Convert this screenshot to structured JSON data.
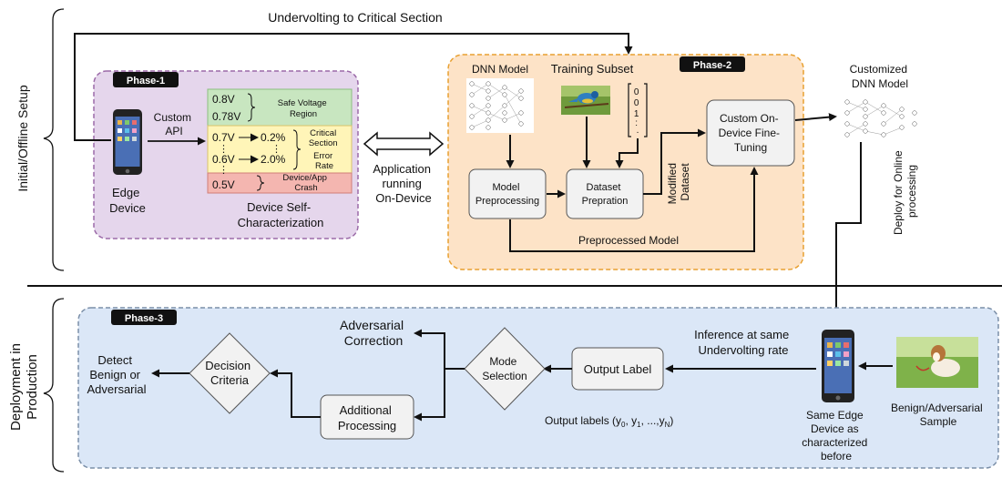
{
  "sections": {
    "setup": "Initial/Offline Setup",
    "production_line1": "Deployment in",
    "production_line2": "Production"
  },
  "phases": {
    "p1": "Phase-1",
    "p2": "Phase-2",
    "p3": "Phase-3"
  },
  "top_arrow_label": "Undervolting to Critical Section",
  "phase1": {
    "custom_api": [
      "Custom",
      "API"
    ],
    "edge_device": [
      "Edge",
      "Device"
    ],
    "self_char": [
      "Device Self-",
      "Characterization"
    ],
    "v08": "0.8V",
    "v078": "0.78V",
    "safe": [
      "Safe Voltage",
      "Region"
    ],
    "v07": "0.7V",
    "p02": "0.2%",
    "v06": "0.6V",
    "p20": "2.0%",
    "critical": [
      "Critical",
      "Section",
      "Error",
      "Rate"
    ],
    "v05": "0.5V",
    "crash": [
      "Device/App",
      "Crash"
    ],
    "colors": {
      "safe": "#c8e6c0",
      "critical": "#fff5b8",
      "crash": "#f4b6b0"
    }
  },
  "app_running": [
    "Application",
    "running",
    "On-Device"
  ],
  "phase2": {
    "dnn_model": "DNN Model",
    "training_subset": "Training Subset",
    "label_digits": [
      "0",
      "0",
      "1",
      ":",
      "."
    ],
    "model_pre": [
      "Model",
      "Preprocessing"
    ],
    "dataset_prep": [
      "Dataset",
      "Prepration"
    ],
    "modified_dataset": [
      "Modified",
      "Dataset"
    ],
    "finetune": [
      "Custom On-",
      "Device Fine-",
      "Tuning"
    ],
    "preprocessed": "Preprocessed Model"
  },
  "customized": [
    "Customized",
    "DNN Model"
  ],
  "deploy": [
    "Deploy for Online",
    "processing"
  ],
  "phase3": {
    "adv_corr": [
      "Adversarial",
      "Correction"
    ],
    "inference": [
      "Inference at same",
      "Undervolting rate"
    ],
    "detect": [
      "Detect",
      "Benign or",
      "Adversarial"
    ],
    "decision": [
      "Decision",
      "Criteria"
    ],
    "mode": [
      "Mode",
      "Selection"
    ],
    "output_label": "Output Label",
    "additional": [
      "Additional",
      "Processing"
    ],
    "output_labels_text": "Output labels (y",
    "same_edge": [
      "Same Edge",
      "Device as",
      "characterized",
      "before"
    ],
    "sample": [
      "Benign/Adversarial",
      "Sample"
    ]
  },
  "colors": {
    "phase1_fill": "#e5d6ec",
    "phase1_border": "#9b6aa8",
    "phase2_fill": "#fde3c7",
    "phase2_border": "#e8a030",
    "phase3_fill": "#dbe7f7",
    "phase3_border": "#7b8fa8"
  }
}
